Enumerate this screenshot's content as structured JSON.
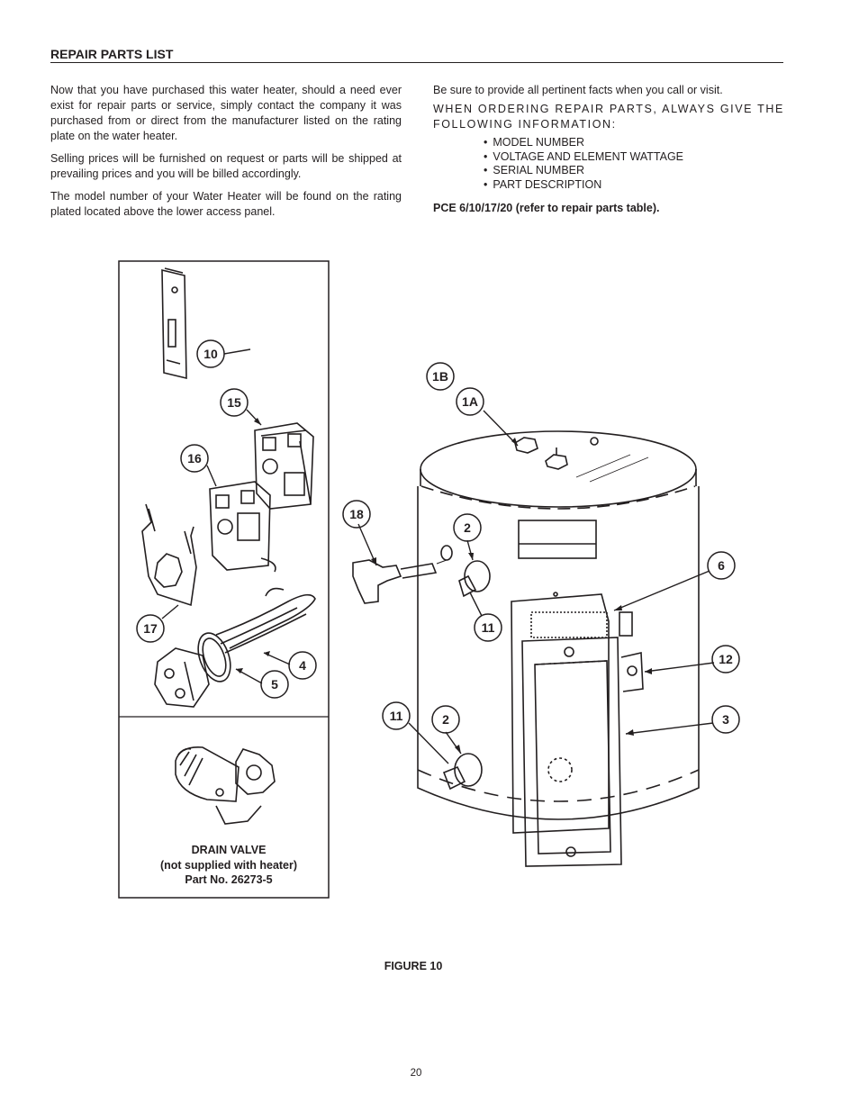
{
  "heading": "REPAIR PARTS LIST",
  "left_column": [
    "Now that you have purchased this water heater, should a need ever exist for repair parts or service, simply contact the company it was purchased from or direct from the manufacturer listed on the rating plate on the water heater.",
    "Selling prices will be furnished on request or parts will be shipped at prevailing prices and you will be billed accordingly.",
    "The model number of your Water Heater will be found on the rating plated located above the lower access panel."
  ],
  "right_column": {
    "intro": "Be sure to provide all pertinent facts when you call or visit.",
    "ordering": "WHEN ORDERING REPAIR PARTS, ALWAYS GIVE THE FOLLOWING INFORMATION:",
    "bullets": [
      "MODEL NUMBER",
      "VOLTAGE AND ELEMENT WATTAGE",
      "SERIAL NUMBER",
      "PART DESCRIPTION"
    ],
    "note": "PCE 6/10/17/20 (refer to repair parts table)."
  },
  "callouts": {
    "c10": "10",
    "c15": "15",
    "c16": "16",
    "c17": "17",
    "c4": "4",
    "c5": "5",
    "c1b": "1B",
    "c1a": "1A",
    "c18": "18",
    "c2a": "2",
    "c11a": "11",
    "c6": "6",
    "c12": "12",
    "c11b": "11",
    "c2b": "2",
    "c3": "3"
  },
  "drain_valve": {
    "line1": "DRAIN VALVE",
    "line2": "(not supplied with heater)",
    "line3": "Part No. 26273-5"
  },
  "figure_label": "FIGURE 10",
  "page_number": "20"
}
